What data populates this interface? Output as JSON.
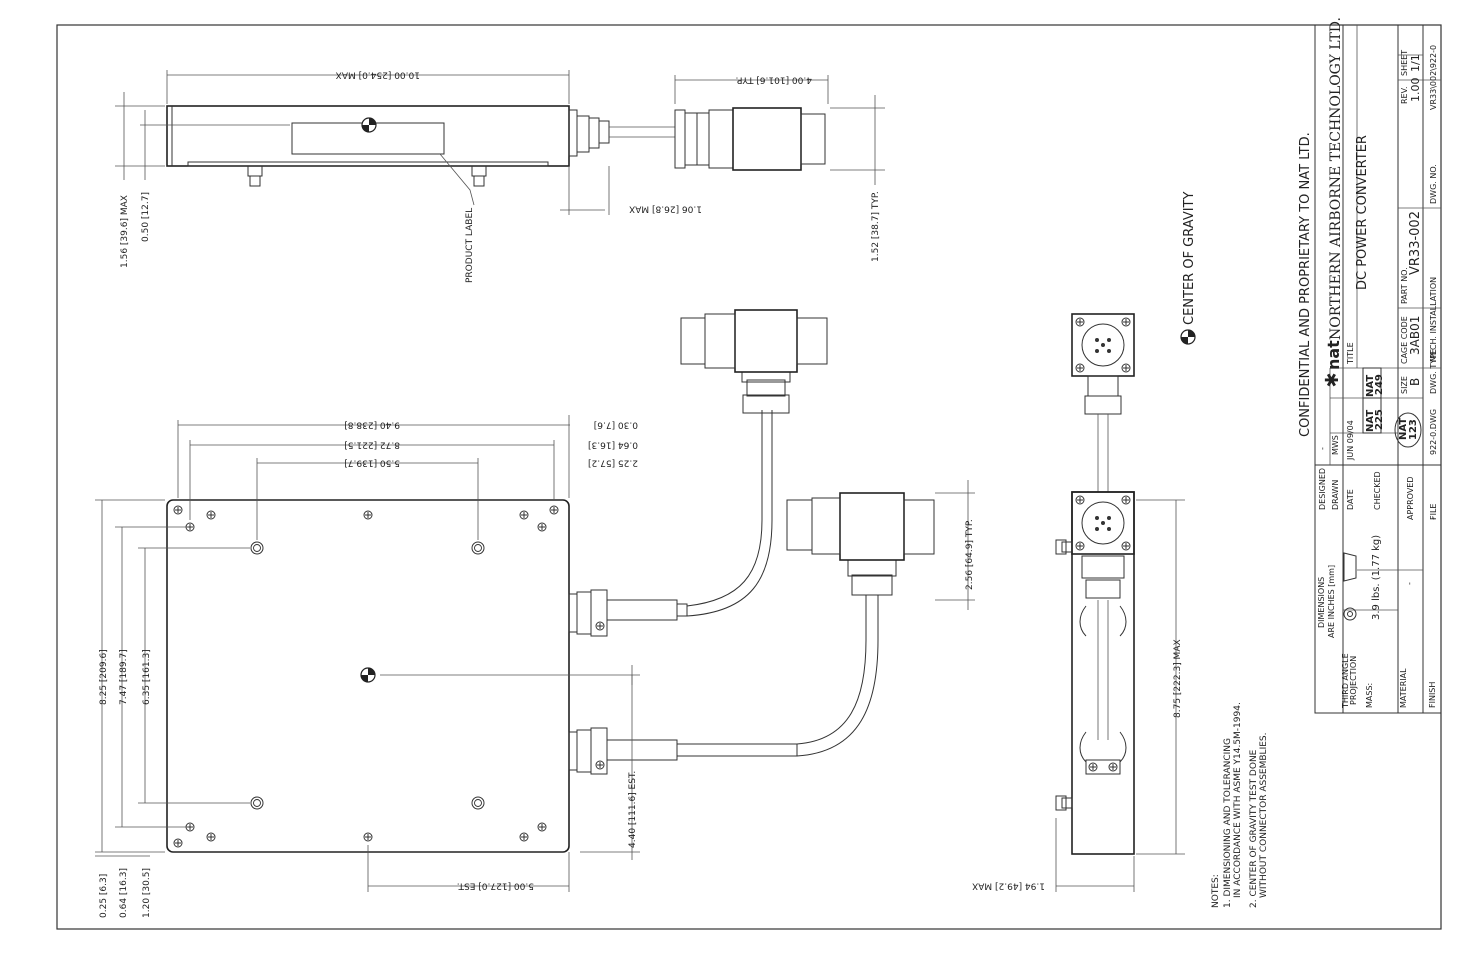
{
  "dimensions": {
    "d_10_00": "10.00 [254.0] MAX",
    "d_4_00": "4.00 [101.6] TYP.",
    "d_1_56": "1.56 [39.6] MAX",
    "d_0_50": "0.50 [12.7]",
    "d_1_06": "1.06 [26.8] MAX",
    "d_1_52": "1.52 [38.7] TYP.",
    "product_label": "PRODUCT LABEL",
    "d_9_40": "9.40 [238.8]",
    "d_8_72": "8.72 [221.5]",
    "d_5_50": "5.50 [139.7]",
    "d_0_30": "0.30 [7.6]",
    "d_0_64a": "0.64 [16.3]",
    "d_2_25": "2.25 [57.2]",
    "d_8_25": "8.25 [209.6]",
    "d_7_47": "7.47 [189.7]",
    "d_6_35": "6.35 [161.3]",
    "d_0_25": "0.25 [6.3]",
    "d_0_64b": "0.64 [16.3]",
    "d_1_20": "1.20 [30.5]",
    "d_5_00": "5.00 [127.0] EST.",
    "d_4_40": "4.40 [111.6] EST.",
    "d_2_56": "2.56 [64.9] TYP.",
    "d_8_75": "8.75 [222.3] MAX",
    "d_1_94": "1.94 [49.2] MAX",
    "center_of_gravity": "CENTER OF GRAVITY"
  },
  "notes": {
    "heading": "NOTES:",
    "line1": "1. DIMENSIONING AND TOLERANCING",
    "line2": "IN ACCORDANCE WITH ASME Y14.5M-1994.",
    "line3": "2. CENTER OF GRAVITY TEST DONE",
    "line4": "WITHOUT CONNECTOR ASSEMBLIES."
  },
  "title_block": {
    "confidential": "CONFIDENTIAL AND PROPRIETARY TO NAT LTD.",
    "logo": "nat",
    "company": "NORTHERN AIRBORNE TECHNOLOGY LTD.",
    "title_label": "TITLE",
    "title": "DC POWER CONVERTER",
    "dim_line1": "DIMENSIONS",
    "dim_line2": "ARE INCHES [mm]",
    "proj_line1": "THIRD ANGLE",
    "proj_line2": "PROJECTION",
    "mass_label": "MASS:",
    "mass": "3.9 lbs. (1.77 kg)",
    "material_label": "MATERIAL",
    "material": "-",
    "finish_label": "FINISH",
    "finish": "-",
    "designed_label": "DESIGNED",
    "designed": "-",
    "drawn_label": "DRAWN",
    "drawn": "MWS",
    "date_label": "DATE",
    "date": "JUN 09/04",
    "checked_label": "CHECKED",
    "stamp1_top": "NAT",
    "stamp1_num": "225",
    "stamp2_top": "NAT",
    "stamp2_num": "249",
    "approved_label": "APPROVED",
    "stamp3_top": "NAT",
    "stamp3_num": "123",
    "file_label": "FILE",
    "file": "922-0.DWG",
    "size_label": "SIZE",
    "size": "B",
    "cage_label": "CAGE CODE",
    "cage": "3AB01",
    "part_label": "PART NO.",
    "part": "VR33-002",
    "rev_label": "REV.",
    "rev": "1.00",
    "sheet_label": "SHEET",
    "sheet": "1/1",
    "dwg_type_label": "DWG. TYPE",
    "dwg_type": "MECH. INSTALLATION",
    "dwg_no_label": "DWG. NO.",
    "dwg_no": "VR33\\002\\922-0"
  }
}
